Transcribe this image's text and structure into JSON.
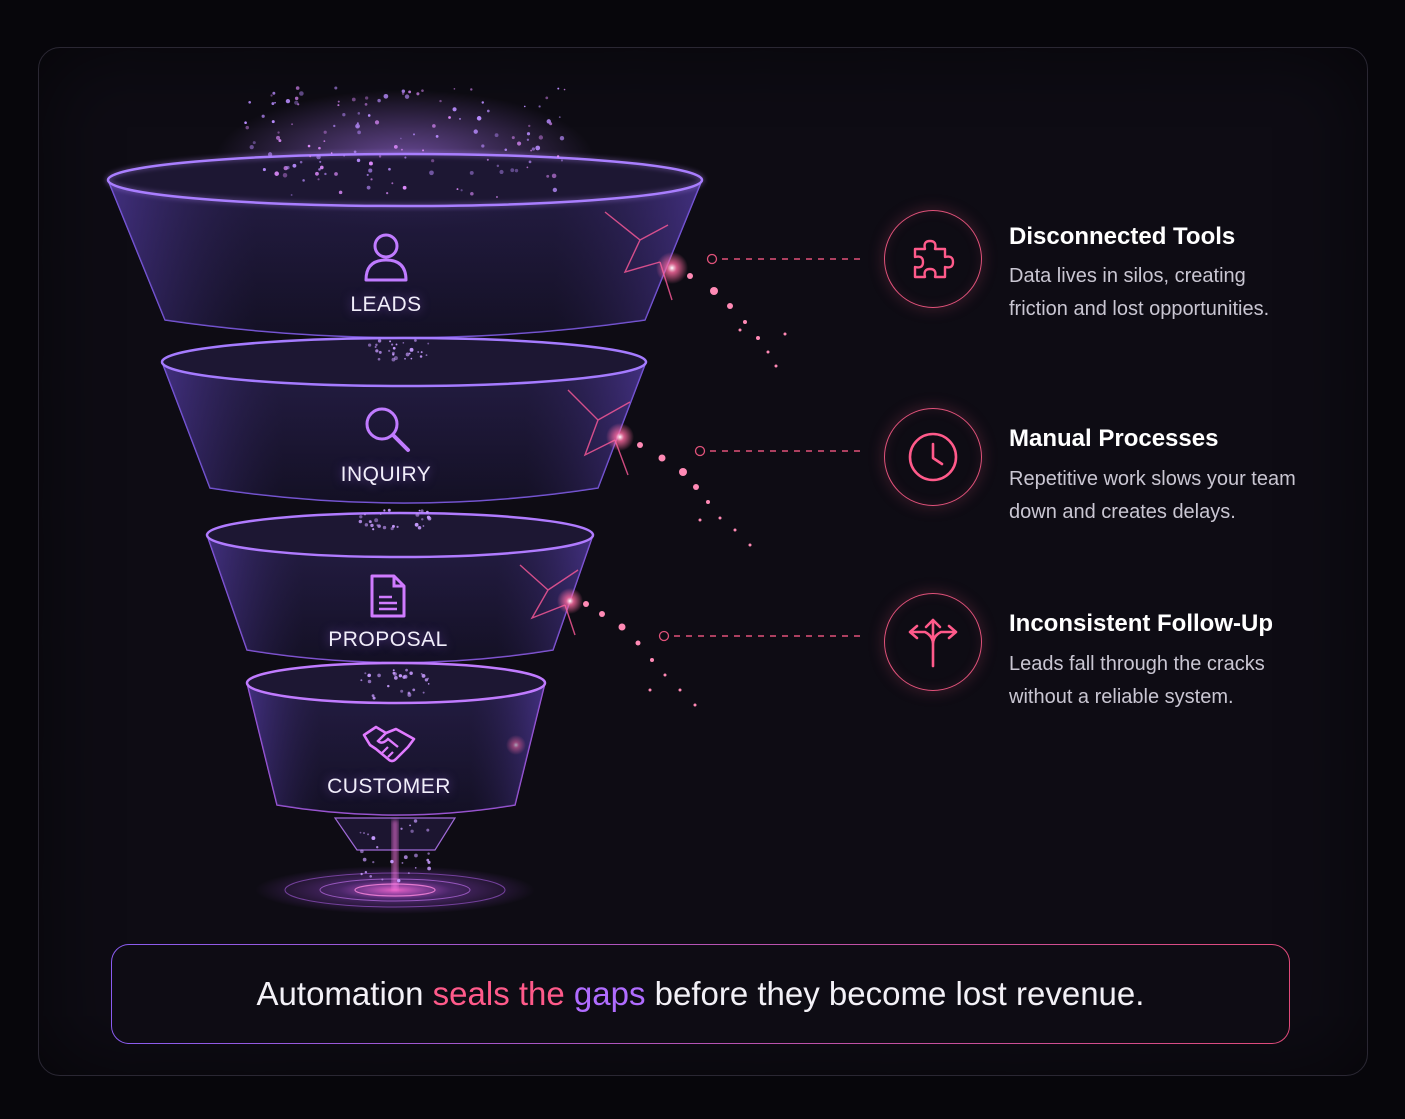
{
  "funnel": {
    "stages": [
      {
        "label": "LEADS",
        "icon": "user-icon"
      },
      {
        "label": "INQUIRY",
        "icon": "search-icon"
      },
      {
        "label": "PROPOSAL",
        "icon": "document-icon"
      },
      {
        "label": "CUSTOMER",
        "icon": "handshake-icon"
      }
    ]
  },
  "issues": [
    {
      "title": "Disconnected Tools",
      "desc_line1": "Data lives in silos, creating",
      "desc_line2": "friction and lost opportunities.",
      "icon": "puzzle-icon"
    },
    {
      "title": "Manual Processes",
      "desc_line1": "Repetitive work slows your team",
      "desc_line2": "down and creates delays.",
      "icon": "clock-icon"
    },
    {
      "title": "Inconsistent Follow-Up",
      "desc_line1": "Leads fall through the cracks",
      "desc_line2": "without a reliable system.",
      "icon": "split-arrow-icon"
    }
  ],
  "banner": {
    "prefix": "Automation ",
    "highlight_1": "seals the ",
    "highlight_2": "gaps",
    "suffix": " before they become lost revenue."
  },
  "colors": {
    "accent_purple": "#9b6cff",
    "accent_pink": "#e0527a",
    "background": "#07060b"
  }
}
